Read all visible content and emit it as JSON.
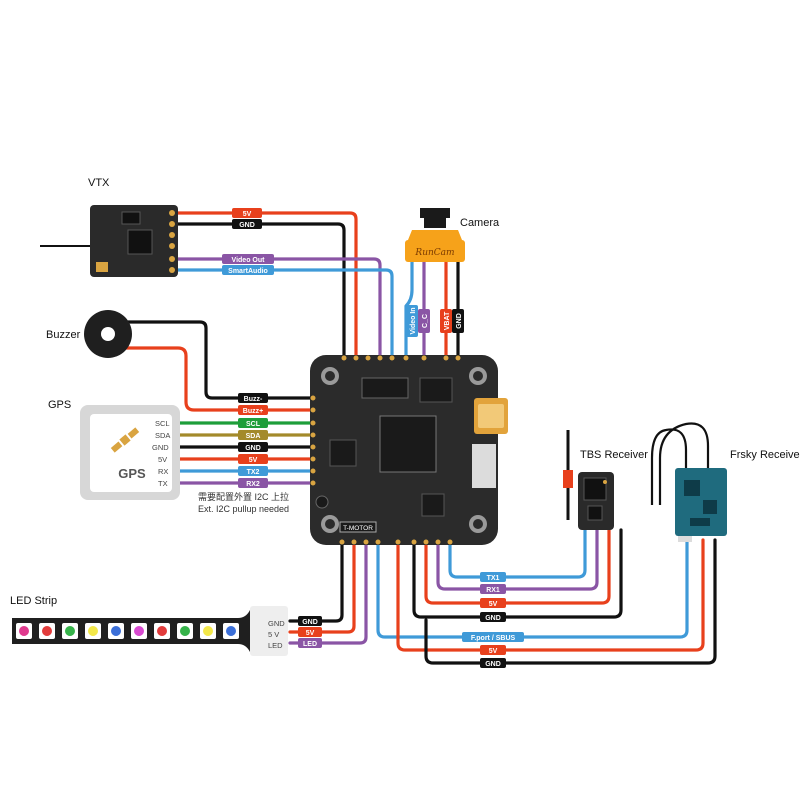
{
  "colors": {
    "red": "#e8401c",
    "black": "#111111",
    "purple": "#8a55a5",
    "blue": "#3f9ad8",
    "green": "#1e9e3a",
    "olive": "#a38a2a",
    "orange": "#f6a21a",
    "board": "#2b2b2b",
    "receiver_teal": "#1f6b7e"
  },
  "labels": {
    "vtx": "VTX",
    "camera": "Camera",
    "buzzer": "Buzzer",
    "gps": "GPS",
    "gps_module_text": "GPS",
    "tbs": "TBS Receiver",
    "frsky": "Frsky Receiver",
    "led_strip": "LED Strip",
    "camera_brand": "RunCam",
    "board_brand": "T-MOTOR",
    "note_cn": "需要配置外置 I2C 上拉",
    "note_en": "Ext. I2C pullup needed"
  },
  "gps_pins": [
    "SCL",
    "SDA",
    "GND",
    "5V",
    "RX",
    "TX"
  ],
  "gps_wires": [
    "SCL",
    "SDA",
    "GND",
    "5V",
    "TX2",
    "RX2"
  ],
  "buzzer_wires": [
    "Buzz-",
    "Buzz+"
  ],
  "vtx_wires": [
    "5V",
    "GND",
    "Video Out",
    "SmartAudio"
  ],
  "camera_wires": [
    "Video In",
    "C_C",
    "VBAT",
    "GND"
  ],
  "led_pins": [
    "GND",
    "5 V",
    "LED"
  ],
  "led_wires": [
    "GND",
    "5V",
    "LED"
  ],
  "tbs_wires": [
    "TX1",
    "RX1",
    "5V",
    "GND"
  ],
  "frsky_wires": [
    "F.port / SBUS",
    "5V",
    "GND"
  ],
  "led_colors": [
    "#e03a8e",
    "#e23c3c",
    "#36b34a",
    "#f3e84a",
    "#3b6fd8",
    "#d84ad0",
    "#e23c3c",
    "#36b34a",
    "#f3e84a",
    "#3b6fd8"
  ]
}
